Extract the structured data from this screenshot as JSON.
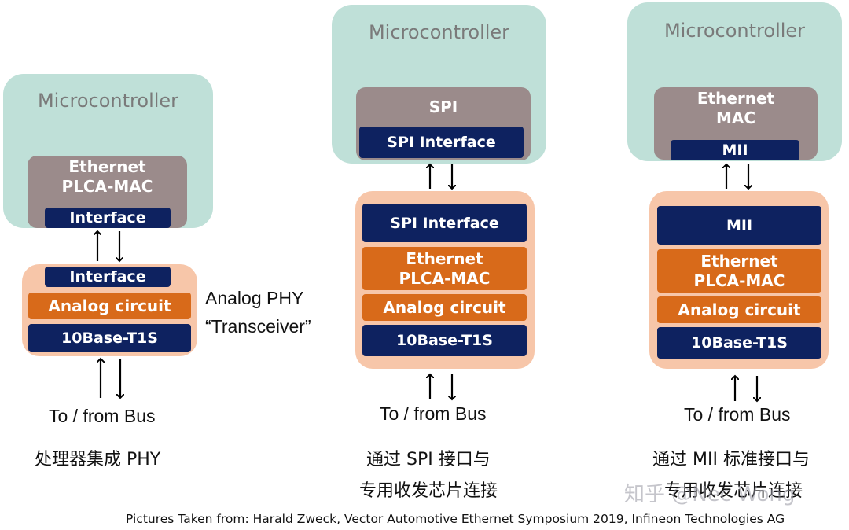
{
  "diagram": {
    "left": {
      "mcu_title": "Microcontroller",
      "mac_line1": "Ethernet",
      "mac_line2": "PLCA-MAC",
      "mcu_interface": "Interface",
      "phy_interface": "Interface",
      "analog": "Analog circuit",
      "base": "10Base-T1S",
      "phy_label_line1": "Analog PHY",
      "phy_label_line2": "“Transceiver”",
      "bus": "To / from Bus",
      "caption": "处理器集成 PHY"
    },
    "middle": {
      "mcu_title": "Microcontroller",
      "spi": "SPI",
      "mcu_interface": "SPI Interface",
      "phy_interface": "SPI Interface",
      "mac_line1": "Ethernet",
      "mac_line2": "PLCA-MAC",
      "analog": "Analog circuit",
      "base": "10Base-T1S",
      "bus": "To / from Bus",
      "caption_line1": "通过 SPI 接口与",
      "caption_line2": "专用收发芯片连接"
    },
    "right": {
      "mcu_title": "Microcontroller",
      "mac_line1": "Ethernet",
      "mac_line2": "MAC",
      "mcu_interface": "MII",
      "phy_interface": "MII",
      "plca_line1": "Ethernet",
      "plca_line2": "PLCA-MAC",
      "analog": "Analog circuit",
      "base": "10Base-T1S",
      "bus": "To / from Bus",
      "caption_line1": "通过 MII 标准接口与",
      "caption_line2": "专用收发芯片连接"
    }
  },
  "watermark": "知乎 @Nec Wong",
  "credit": "Pictures Taken from: Harald Zweck, Vector Automotive Ethernet Symposium 2019, Infineon Technologies AG",
  "colors": {
    "mcu": "#bfe0d8",
    "mac_gray": "#9b8b8b",
    "phy_peach": "#f7c6a9",
    "navy": "#0e2260",
    "orange": "#d86a1a"
  }
}
